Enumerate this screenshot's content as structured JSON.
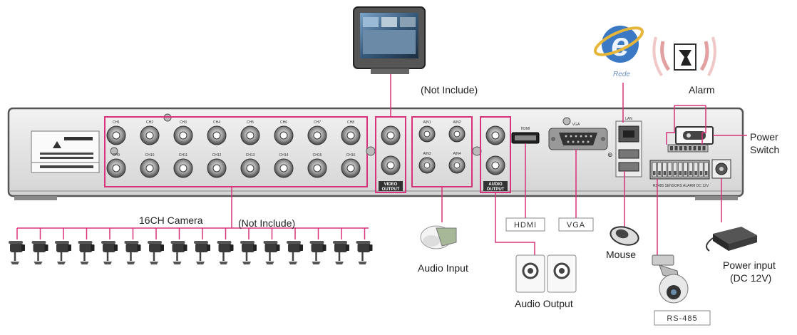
{
  "diagram": {
    "monitor_note": "(Not Include)",
    "labels": {
      "camera": "16CH Camera",
      "camera_note": "(Not Include)",
      "audio_input": "Audio Input",
      "audio_output": "Audio Output",
      "hdmi": "HDMI",
      "vga": "VGA",
      "mouse": "Mouse",
      "rs485": "RS-485",
      "power_input": "Power input",
      "power_input_spec": "(DC 12V)",
      "alarm": "Alarm",
      "rede": "Rede",
      "power_switch_1": "Power",
      "power_switch_2": "Switch"
    },
    "panel": {
      "video_in_top": [
        "CH1",
        "CH2",
        "CH3",
        "CH4",
        "CH5",
        "CH6",
        "CH7",
        "CH8"
      ],
      "video_in_bottom": [
        "CH9",
        "CH10",
        "CH11",
        "CH12",
        "CH13",
        "CH14",
        "CH15",
        "CH16"
      ],
      "video_output": [
        "VIDEO",
        "OUTPUT"
      ],
      "audio_in_top": [
        "AIN1",
        "AIN2"
      ],
      "audio_in_bottom": [
        "AIN3",
        "AIN4"
      ],
      "audio_output": [
        "AUDIO",
        "OUTPUT"
      ],
      "hdmi_port": "HDMI",
      "vga_port": "VGA",
      "lan": "LAN",
      "terminal_labels": "RS485  SENSORS  ALARM  DC 12V"
    },
    "colors": {
      "connector": "#d6337a",
      "chassis": "#e6e6e6",
      "chassis_edge": "#555555"
    }
  }
}
